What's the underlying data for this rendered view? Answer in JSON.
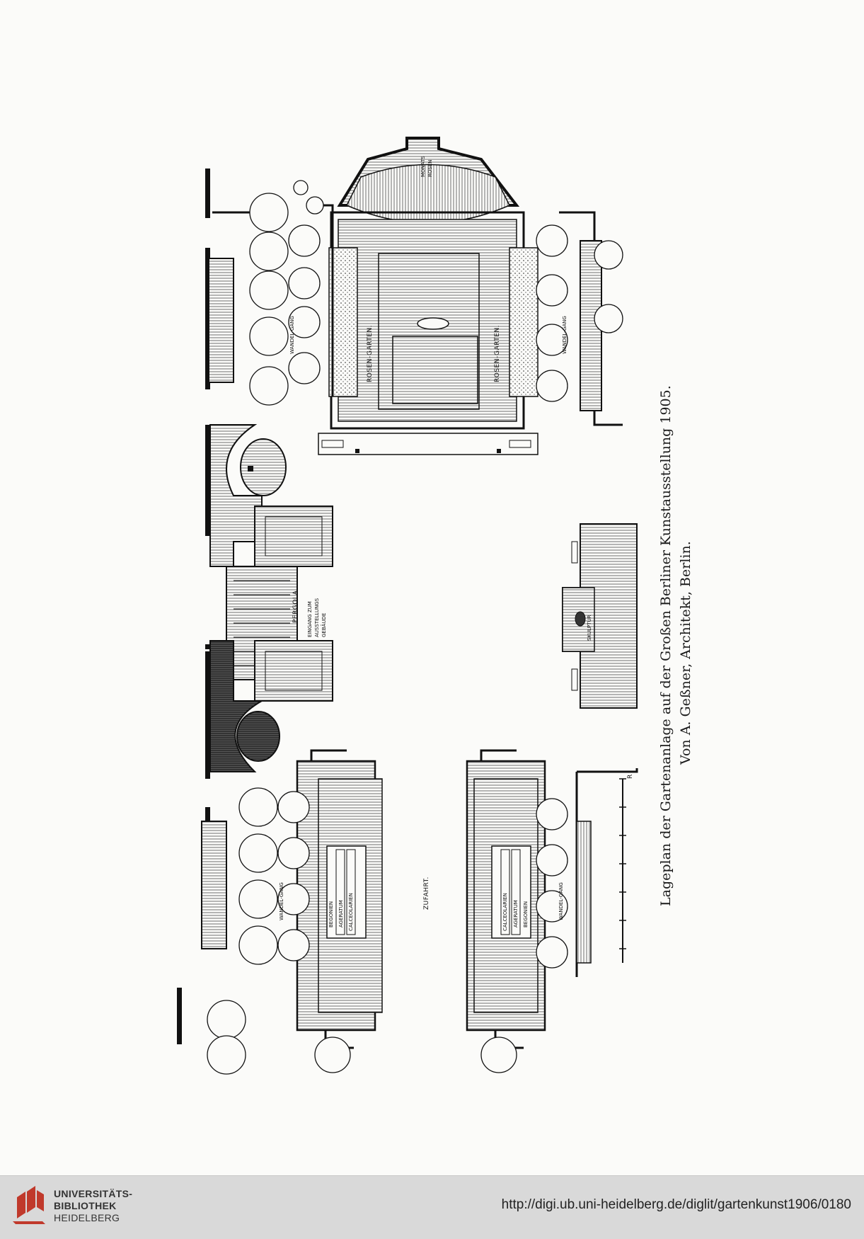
{
  "plan": {
    "labels": {
      "monatsrosen_1": "MONATS",
      "monatsrosen_2": "ROSEN",
      "rosengarten_top": "ROSEN-GARTEN.",
      "rosengarten_bottom": "ROSEN-GARTEN.",
      "wandelgang_a": "WANDEL-GANG",
      "wandelgang_b": "WANDEL-GANG",
      "wandelgang_c": "WANDEL-GANG",
      "wandelgang_d": "WANDEL-GANG",
      "pergola": "PERGOLA",
      "eingang_1": "EINGANG ZUM",
      "eingang_2": "AUSSTELLUNGS",
      "eingang_3": "GEBÄUDE",
      "skulptur": "SKULPTUR",
      "zufahrt": "ZUFAHRT.",
      "begonien_a": "BEGONIEN",
      "ageratum_a": "AGERATUM",
      "calceolarien_a": "CALCEOLARIEN",
      "begonien_b": "BEGONIEN",
      "ageratum_b": "AGERATUM",
      "calceolarien_b": "CALCEOLARIEN",
      "scale_letter": "R"
    }
  },
  "caption": {
    "line1": "Lageplan der Gartenanlage auf der Großen Berliner Kunstausstellung 1905.",
    "line2": "Von A. Geßner, Architekt, Berlin."
  },
  "footer": {
    "logo_line1": "UNIVERSITÄTS-",
    "logo_line2": "BIBLIOTHEK",
    "logo_line3": "HEIDELBERG",
    "url": "http://digi.ub.uni-heidelberg.de/diglit/gartenkunst1906/0180",
    "logo_color": "#c0392b"
  }
}
